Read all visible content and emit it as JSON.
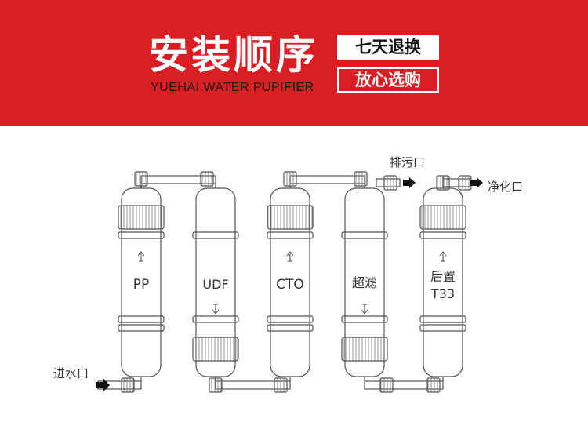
{
  "header": {
    "title": "安装顺序",
    "subtitle": "YUEHAI WATER PUPIFIER",
    "badge_top": "七天退换",
    "badge_bottom": "放心选购"
  },
  "filters": [
    {
      "label": "PP",
      "label2": ""
    },
    {
      "label": "UDF",
      "label2": ""
    },
    {
      "label": "CTO",
      "label2": ""
    },
    {
      "label": "超滤",
      "label2": ""
    },
    {
      "label": "后置",
      "label2": "T33"
    }
  ],
  "ports": {
    "inlet": "进水口",
    "drain": "排污口",
    "outlet": "净化口"
  },
  "colors": {
    "banner": "#d91e24",
    "line": "#555555"
  }
}
